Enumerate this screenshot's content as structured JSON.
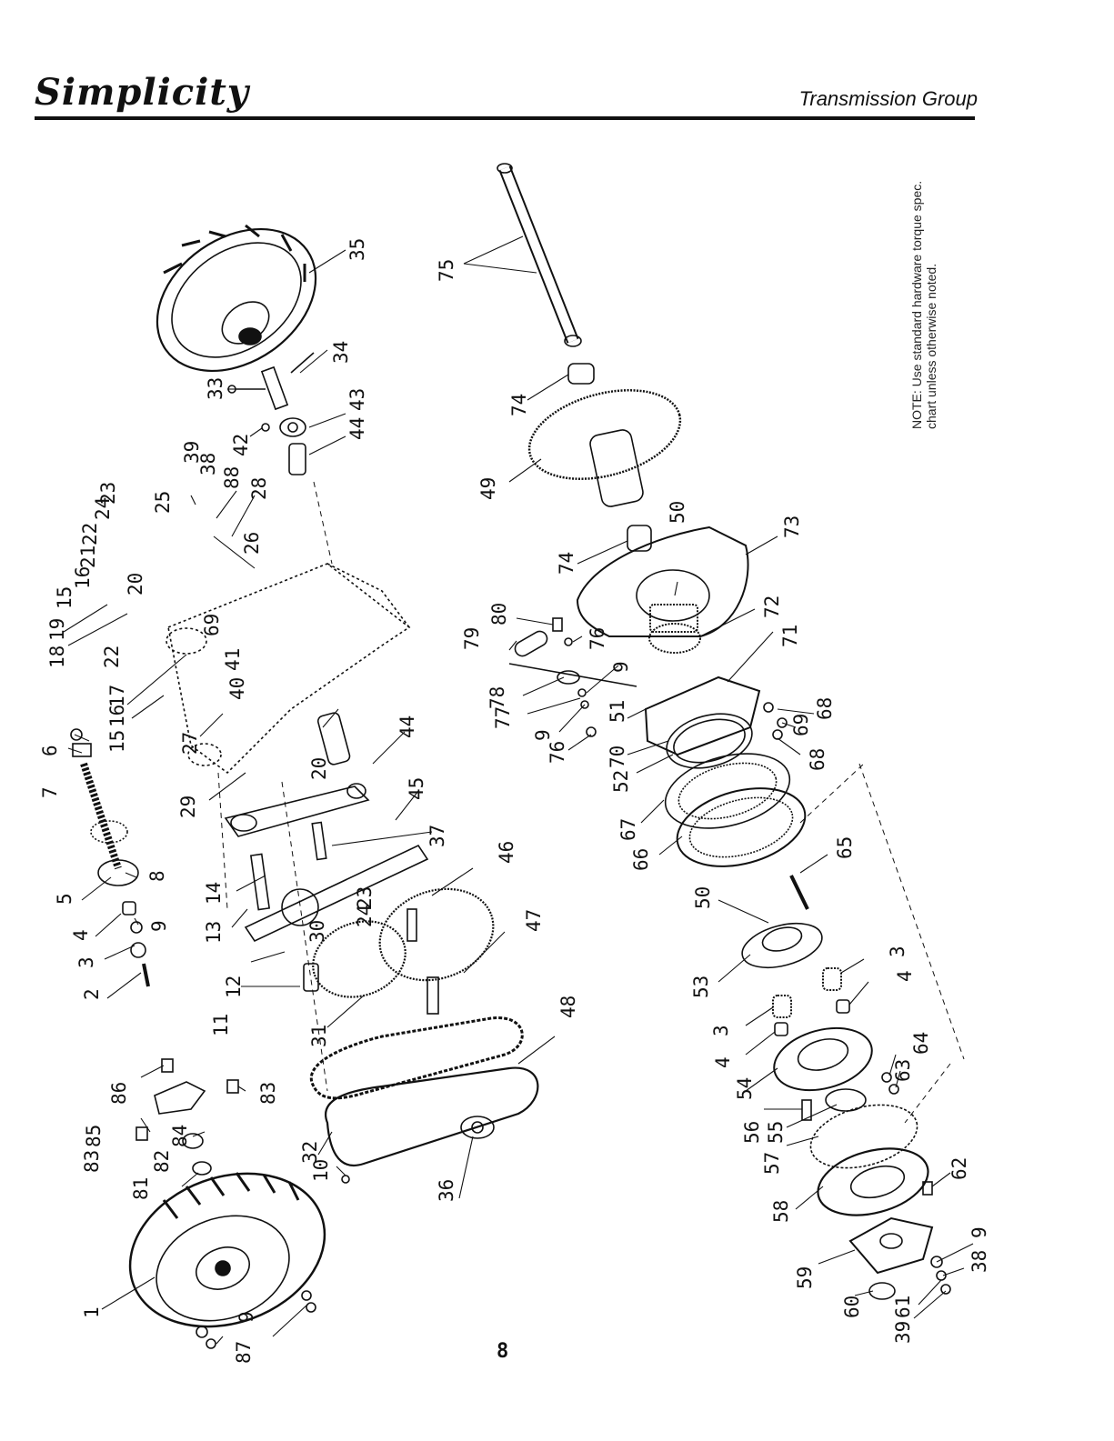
{
  "header": {
    "brand": "Simplicity",
    "section_title": "Transmission Group"
  },
  "note": {
    "text": "NOTE: Use standard hardware torque spec. chart unless otherwise noted."
  },
  "footer": {
    "page_number": "8"
  },
  "callouts": [
    {
      "id": "c1",
      "label": "1"
    },
    {
      "id": "c2",
      "label": "2"
    },
    {
      "id": "c3a",
      "label": "3"
    },
    {
      "id": "c4a",
      "label": "4"
    },
    {
      "id": "c5",
      "label": "5"
    },
    {
      "id": "c6",
      "label": "6"
    },
    {
      "id": "c7",
      "label": "7"
    },
    {
      "id": "c8",
      "label": "8"
    },
    {
      "id": "c9a",
      "label": "9"
    },
    {
      "id": "c10",
      "label": "10"
    },
    {
      "id": "c11",
      "label": "11"
    },
    {
      "id": "c12",
      "label": "12"
    },
    {
      "id": "c13",
      "label": "13"
    },
    {
      "id": "c14",
      "label": "14"
    },
    {
      "id": "c15a",
      "label": "15"
    },
    {
      "id": "c16a",
      "label": "16"
    },
    {
      "id": "c17",
      "label": "17"
    },
    {
      "id": "c18",
      "label": "18"
    },
    {
      "id": "c19",
      "label": "19"
    },
    {
      "id": "c15b",
      "label": "15"
    },
    {
      "id": "c16b",
      "label": "16"
    },
    {
      "id": "c21",
      "label": "21"
    },
    {
      "id": "c22a",
      "label": "22"
    },
    {
      "id": "c24a",
      "label": "24"
    },
    {
      "id": "c23a",
      "label": "23"
    },
    {
      "id": "c25",
      "label": "25"
    },
    {
      "id": "c20a",
      "label": "20"
    },
    {
      "id": "c22b",
      "label": "22"
    },
    {
      "id": "c69a",
      "label": "69"
    },
    {
      "id": "c41",
      "label": "41"
    },
    {
      "id": "c40",
      "label": "40"
    },
    {
      "id": "c27",
      "label": "27"
    },
    {
      "id": "c29",
      "label": "29"
    },
    {
      "id": "c20b",
      "label": "20"
    },
    {
      "id": "c44a",
      "label": "44"
    },
    {
      "id": "c45",
      "label": "45"
    },
    {
      "id": "c37",
      "label": "37"
    },
    {
      "id": "c46",
      "label": "46"
    },
    {
      "id": "c30",
      "label": "30"
    },
    {
      "id": "c23b",
      "label": "23"
    },
    {
      "id": "c24b",
      "label": "24"
    },
    {
      "id": "c47",
      "label": "47"
    },
    {
      "id": "c31",
      "label": "31"
    },
    {
      "id": "c48",
      "label": "48"
    },
    {
      "id": "c32",
      "label": "32"
    },
    {
      "id": "c36",
      "label": "36"
    },
    {
      "id": "c86",
      "label": "86"
    },
    {
      "id": "c85",
      "label": "85"
    },
    {
      "id": "c83a",
      "label": "83"
    },
    {
      "id": "c83b",
      "label": "83"
    },
    {
      "id": "c84",
      "label": "84"
    },
    {
      "id": "c82",
      "label": "82"
    },
    {
      "id": "c81",
      "label": "81"
    },
    {
      "id": "c9b",
      "label": "9"
    },
    {
      "id": "c87",
      "label": "87"
    },
    {
      "id": "c35",
      "label": "35"
    },
    {
      "id": "c34",
      "label": "34"
    },
    {
      "id": "c33",
      "label": "33"
    },
    {
      "id": "c43",
      "label": "43"
    },
    {
      "id": "c44b",
      "label": "44"
    },
    {
      "id": "c42",
      "label": "42"
    },
    {
      "id": "c39a",
      "label": "39"
    },
    {
      "id": "c38a",
      "label": "38"
    },
    {
      "id": "c88",
      "label": "88"
    },
    {
      "id": "c28",
      "label": "28"
    },
    {
      "id": "c26",
      "label": "26"
    },
    {
      "id": "c75",
      "label": "75"
    },
    {
      "id": "c74a",
      "label": "74"
    },
    {
      "id": "c49",
      "label": "49"
    },
    {
      "id": "c74b",
      "label": "74"
    },
    {
      "id": "c50a",
      "label": "50"
    },
    {
      "id": "c73",
      "label": "73"
    },
    {
      "id": "c80",
      "label": "80"
    },
    {
      "id": "c79",
      "label": "79"
    },
    {
      "id": "c76a",
      "label": "76"
    },
    {
      "id": "c9c",
      "label": "9"
    },
    {
      "id": "c72",
      "label": "72"
    },
    {
      "id": "c71",
      "label": "71"
    },
    {
      "id": "c78",
      "label": "78"
    },
    {
      "id": "c77",
      "label": "77"
    },
    {
      "id": "c9d",
      "label": "9"
    },
    {
      "id": "c76b",
      "label": "76"
    },
    {
      "id": "c51",
      "label": "51"
    },
    {
      "id": "c70",
      "label": "70"
    },
    {
      "id": "c52",
      "label": "52"
    },
    {
      "id": "c68a",
      "label": "68"
    },
    {
      "id": "c69b",
      "label": "69"
    },
    {
      "id": "c68b",
      "label": "68"
    },
    {
      "id": "c67",
      "label": "67"
    },
    {
      "id": "c66",
      "label": "66"
    },
    {
      "id": "c65",
      "label": "65"
    },
    {
      "id": "c50b",
      "label": "50"
    },
    {
      "id": "c53",
      "label": "53"
    },
    {
      "id": "c3b",
      "label": "3"
    },
    {
      "id": "c4b",
      "label": "4"
    },
    {
      "id": "c3c",
      "label": "3"
    },
    {
      "id": "c4c",
      "label": "4"
    },
    {
      "id": "c54",
      "label": "54"
    },
    {
      "id": "c64",
      "label": "64"
    },
    {
      "id": "c63",
      "label": "63"
    },
    {
      "id": "c56",
      "label": "56"
    },
    {
      "id": "c55",
      "label": "55"
    },
    {
      "id": "c57",
      "label": "57"
    },
    {
      "id": "c58",
      "label": "58"
    },
    {
      "id": "c62",
      "label": "62"
    },
    {
      "id": "c59",
      "label": "59"
    },
    {
      "id": "c9e",
      "label": "9"
    },
    {
      "id": "c60",
      "label": "60"
    },
    {
      "id": "c38b",
      "label": "38"
    },
    {
      "id": "c61",
      "label": "61"
    },
    {
      "id": "c39b",
      "label": "39"
    }
  ]
}
